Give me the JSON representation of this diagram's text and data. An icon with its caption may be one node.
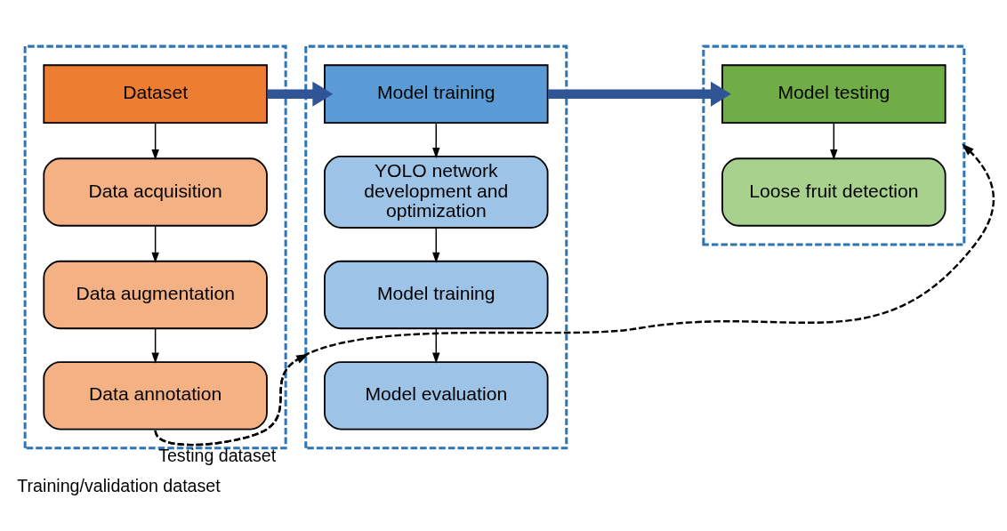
{
  "diagram": {
    "nodes": [
      {
        "text": [],
        "shape": "box"
      },
      {
        "text": [
          "Dataset"
        ],
        "in": 0
      },
      {
        "text": [
          "Data acquisition"
        ],
        "in": 0
      },
      {
        "text": [
          "Data augmentation"
        ],
        "in": 0
      },
      {
        "text": [
          "Data annotation"
        ],
        "in": 0
      },
      {
        "text": [],
        "shape": "box"
      },
      {
        "text": [
          "Model training"
        ],
        "in": 5
      },
      {
        "text": [
          "YOLO network development and optimization"
        ],
        "in": 5
      },
      {
        "text": [
          "Model training"
        ],
        "in": 5
      },
      {
        "text": [
          "Model evaluation"
        ],
        "in": 5
      },
      {
        "text": [],
        "shape": "box"
      },
      {
        "text": [
          "Model testing"
        ],
        "in": 10
      },
      {
        "text": [
          "Loose fruit detection"
        ],
        "in": 10
      }
    ],
    "edges": [
      {
        "from": 1,
        "to": 2,
        "arrow": "to"
      },
      {
        "from": 2,
        "to": 3,
        "arrow": "to"
      },
      {
        "from": 3,
        "to": 4,
        "arrow": "to"
      },
      {
        "from": 1,
        "to": 6,
        "arrow": "to",
        "style": "thick",
        "color": "#2f5597"
      },
      {
        "from": 6,
        "to": 11,
        "arrow": "to",
        "style": "thick",
        "color": "#2f5597"
      },
      {
        "from": 6,
        "to": 7,
        "arrow": "to"
      },
      {
        "from": 7,
        "to": 8,
        "arrow": "to"
      },
      {
        "from": 8,
        "to": 9,
        "arrow": "to"
      },
      {
        "from": 11,
        "to": 12,
        "arrow": "to"
      },
      {
        "from": 4,
        "to": 5,
        "arrow": "to",
        "style": "dashed",
        "label": "Training/validation dataset"
      },
      {
        "from": 4,
        "to": 10,
        "arrow": "to",
        "style": "dashed",
        "label": "Testing dataset"
      }
    ]
  }
}
